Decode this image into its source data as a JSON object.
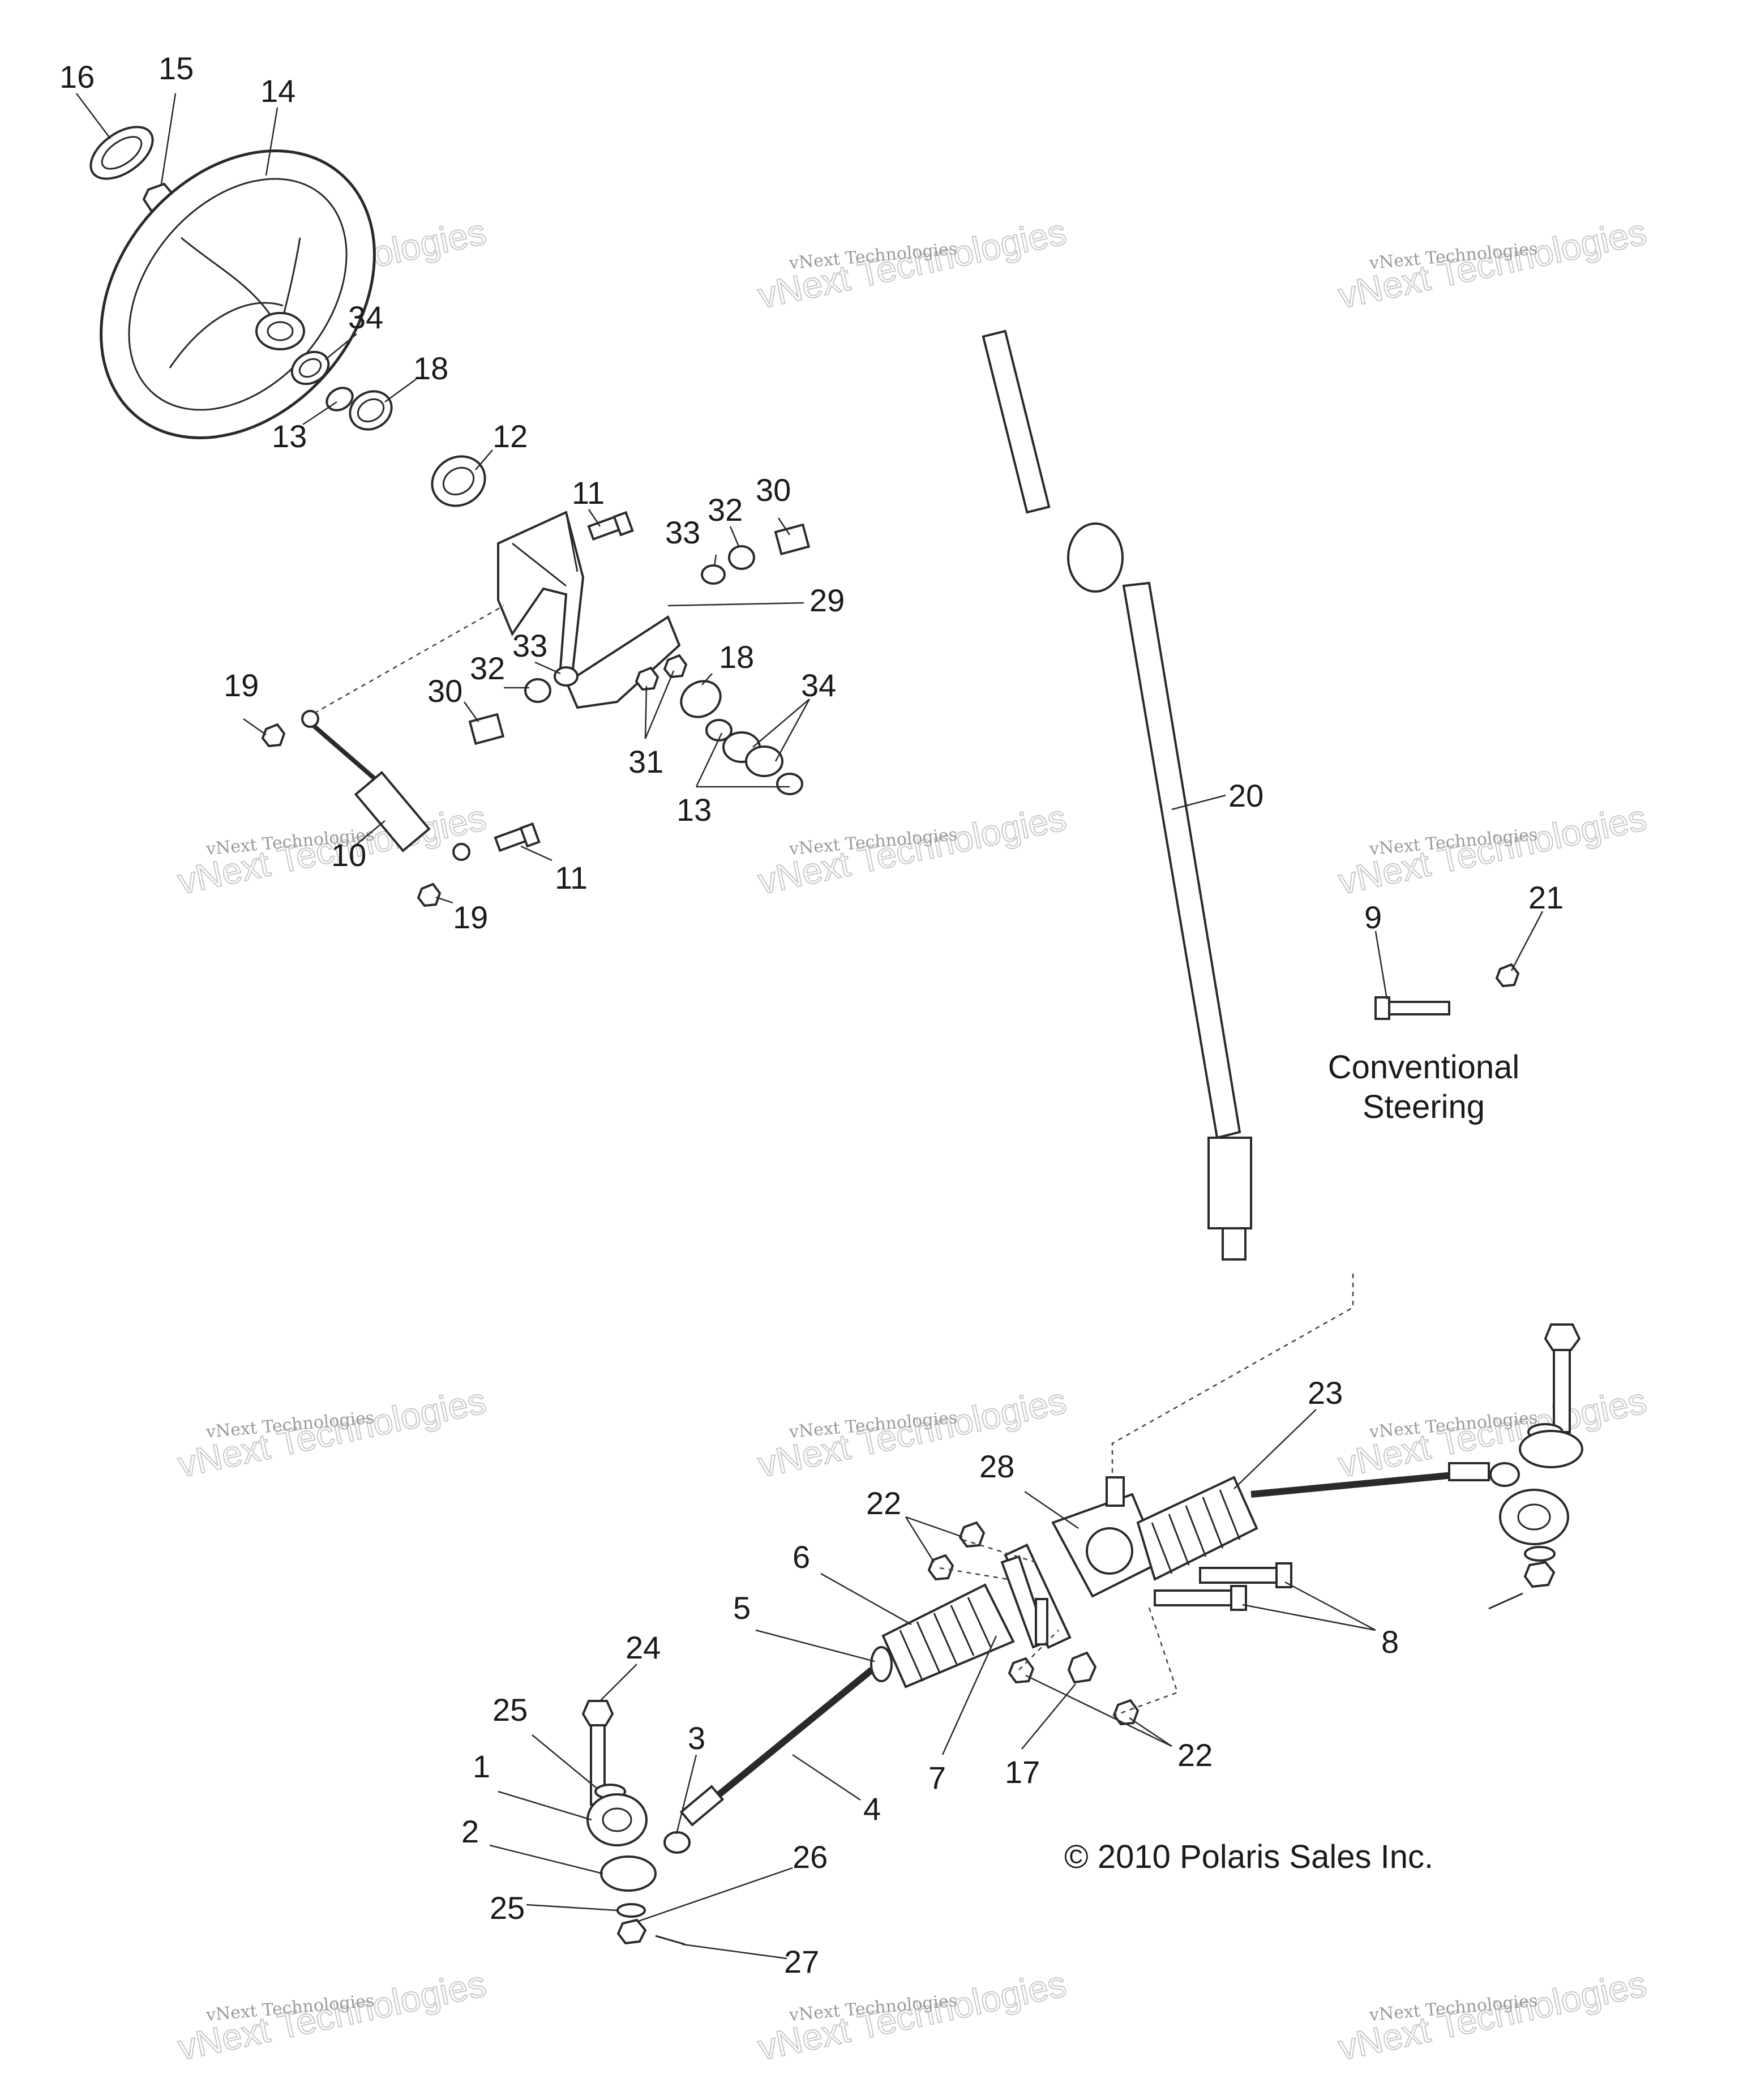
{
  "diagram": {
    "callouts": [
      {
        "id": "c16",
        "text": "16"
      },
      {
        "id": "c15",
        "text": "15"
      },
      {
        "id": "c14",
        "text": "14"
      },
      {
        "id": "c34a",
        "text": "34"
      },
      {
        "id": "c18a",
        "text": "18"
      },
      {
        "id": "c13a",
        "text": "13"
      },
      {
        "id": "c12",
        "text": "12"
      },
      {
        "id": "c11a",
        "text": "11"
      },
      {
        "id": "c33a",
        "text": "33"
      },
      {
        "id": "c32a",
        "text": "32"
      },
      {
        "id": "c30a",
        "text": "30"
      },
      {
        "id": "c29",
        "text": "29"
      },
      {
        "id": "c33b",
        "text": "33"
      },
      {
        "id": "c32b",
        "text": "32"
      },
      {
        "id": "c30b",
        "text": "30"
      },
      {
        "id": "c18b",
        "text": "18"
      },
      {
        "id": "c34b",
        "text": "34"
      },
      {
        "id": "c19a",
        "text": "19"
      },
      {
        "id": "c31",
        "text": "31"
      },
      {
        "id": "c13b",
        "text": "13"
      },
      {
        "id": "c10",
        "text": "10"
      },
      {
        "id": "c11b",
        "text": "11"
      },
      {
        "id": "c19b",
        "text": "19"
      },
      {
        "id": "c20",
        "text": "20"
      },
      {
        "id": "c9",
        "text": "9"
      },
      {
        "id": "c21",
        "text": "21"
      },
      {
        "id": "c23",
        "text": "23"
      },
      {
        "id": "c28",
        "text": "28"
      },
      {
        "id": "c22a",
        "text": "22"
      },
      {
        "id": "c6",
        "text": "6"
      },
      {
        "id": "c5",
        "text": "5"
      },
      {
        "id": "c8",
        "text": "8"
      },
      {
        "id": "c24",
        "text": "24"
      },
      {
        "id": "c25a",
        "text": "25"
      },
      {
        "id": "c3",
        "text": "3"
      },
      {
        "id": "c1",
        "text": "1"
      },
      {
        "id": "c4",
        "text": "4"
      },
      {
        "id": "c7",
        "text": "7"
      },
      {
        "id": "c17",
        "text": "17"
      },
      {
        "id": "c22b",
        "text": "22"
      },
      {
        "id": "c2",
        "text": "2"
      },
      {
        "id": "c26",
        "text": "26"
      },
      {
        "id": "c25b",
        "text": "25"
      },
      {
        "id": "c27",
        "text": "27"
      }
    ],
    "inset_caption_line1": "Conventional",
    "inset_caption_line2": "Steering",
    "copyright": "© 2010 Polaris Sales Inc."
  },
  "watermark": {
    "line1": "vNext Technologies",
    "line2": "vNext Technologies"
  }
}
